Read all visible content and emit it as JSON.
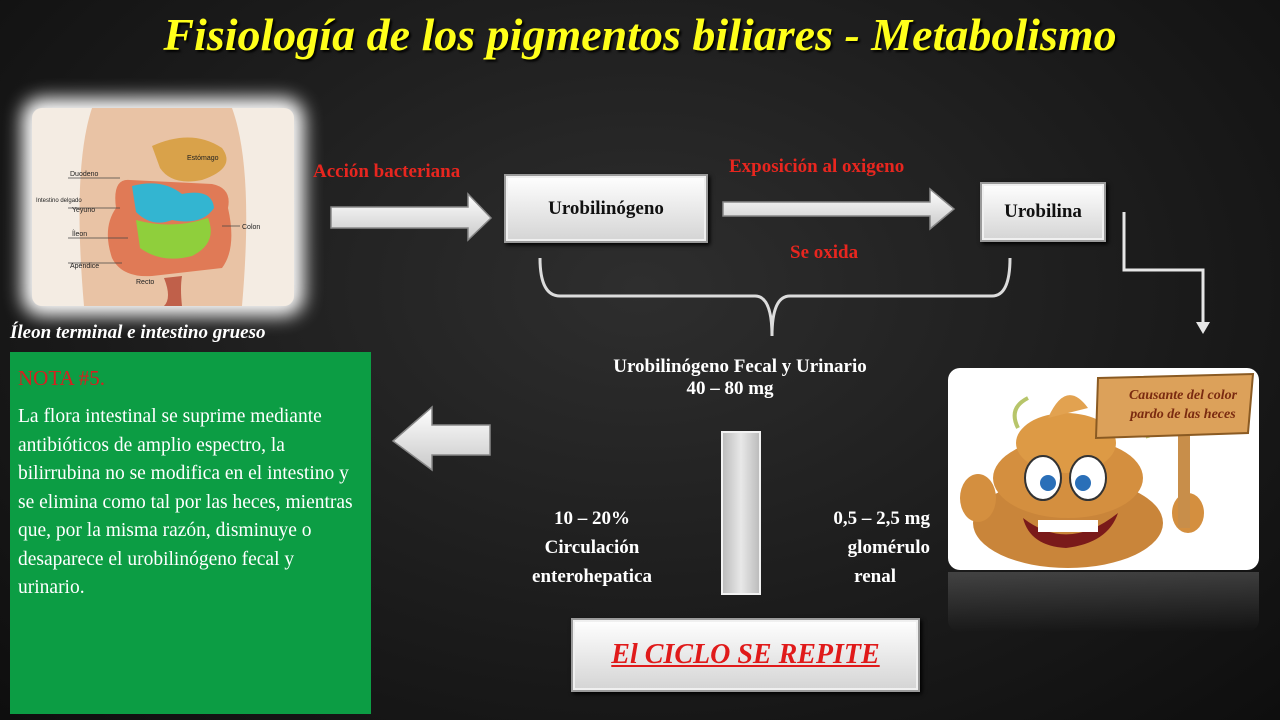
{
  "title": "Fisiología de los pigmentos biliares - Metabolismo",
  "illustration": {
    "labels": {
      "stomach": "Estómago",
      "duodenum": "Duodeno",
      "small_intestine": "Intestino delgado",
      "jejunum": "Yeyuno",
      "ileum": "Íleon",
      "colon": "Colon",
      "appendix": "Apéndice",
      "rectum": "Recto"
    },
    "caption": "Íleon terminal e intestino grueso"
  },
  "flow": {
    "bacterial_action": "Acción bacteriana",
    "urobilinogen": "Urobilinógeno",
    "oxygen_exposure": "Exposición al oxigeno",
    "urobilin": "Urobilina",
    "oxidizes": "Se oxida",
    "fecal_urinary_line1": "Urobilinógeno Fecal y Urinario",
    "fecal_urinary_line2": "40 – 80 mg",
    "enterohepatic": [
      "10 – 20%",
      "Circulación",
      "enterohepatica"
    ],
    "glomerular": [
      "0,5 – 2,5 mg",
      "glomérulo",
      "renal"
    ],
    "cycle": "El CICLO SE REPITE"
  },
  "note": {
    "title": "NOTA #5.",
    "text": "La flora intestinal se suprime mediante  antibióticos de amplio espectro, la bilirrubina no se modifica en el intestino y se elimina como tal por las heces, mientras que, por la misma razón, disminuye o desaparece el urobilinógeno fecal y urinario."
  },
  "cartoon": {
    "sign_line1": "Causante del color",
    "sign_line2": "pardo de las heces"
  },
  "colors": {
    "title": "#ffff1a",
    "label_red": "#e8261f",
    "note_bg": "#0c9d44"
  }
}
